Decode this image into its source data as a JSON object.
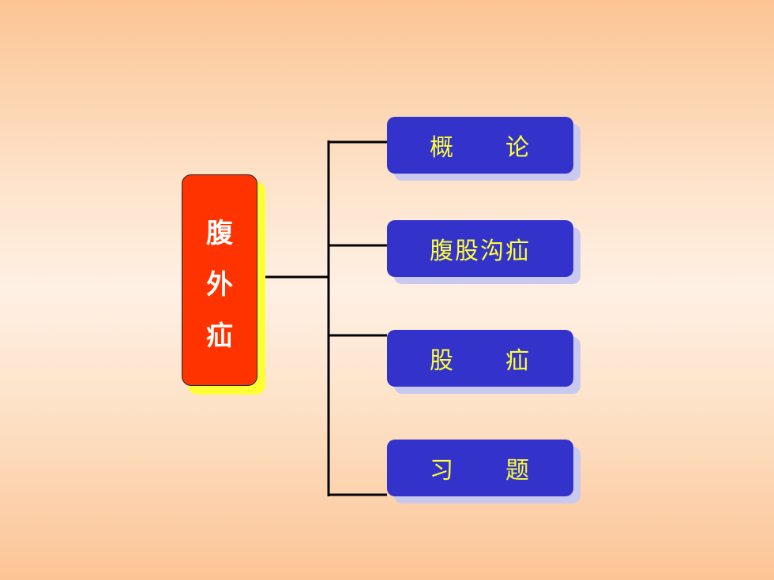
{
  "diagram": {
    "root": {
      "chars": [
        "腹",
        "外",
        "疝"
      ],
      "fill": "#ff3300",
      "shadow": "#ffff33"
    },
    "branches": [
      {
        "label": "概　　论"
      },
      {
        "label": "腹股沟疝"
      },
      {
        "label": "股　　疝"
      },
      {
        "label": "习　　题"
      }
    ],
    "colors": {
      "node_fill": "#3333cc",
      "node_text": "#ffff33",
      "node_shadow": "#c9c9f0",
      "connector": "#000000"
    }
  }
}
